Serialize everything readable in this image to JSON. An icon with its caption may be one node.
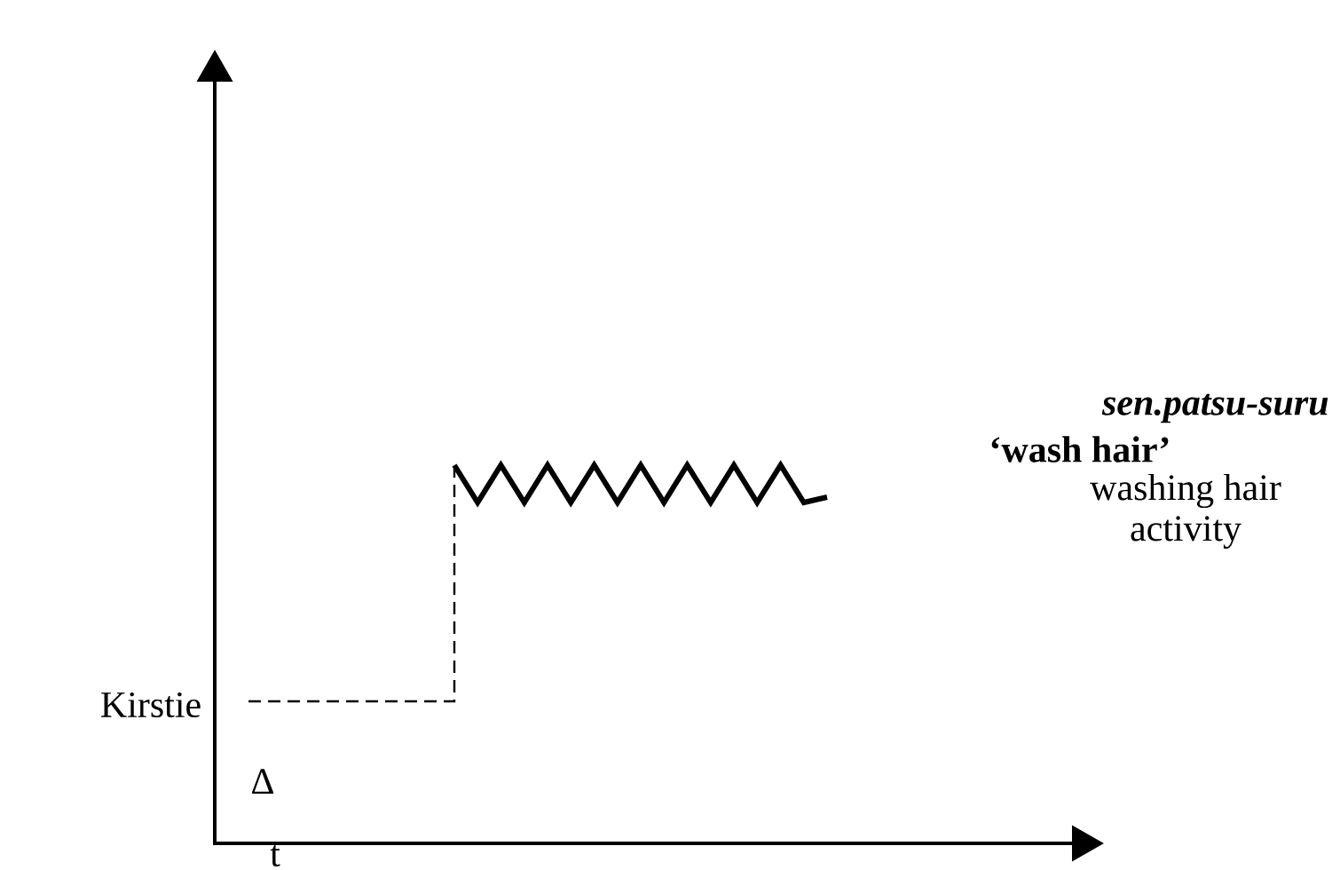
{
  "diagram": {
    "labels": [
      "sen.patsu-suru",
      "‘wash hair’",
      "washing hair activity",
      "Kirstie",
      "Δ",
      "t"
    ]
  }
}
